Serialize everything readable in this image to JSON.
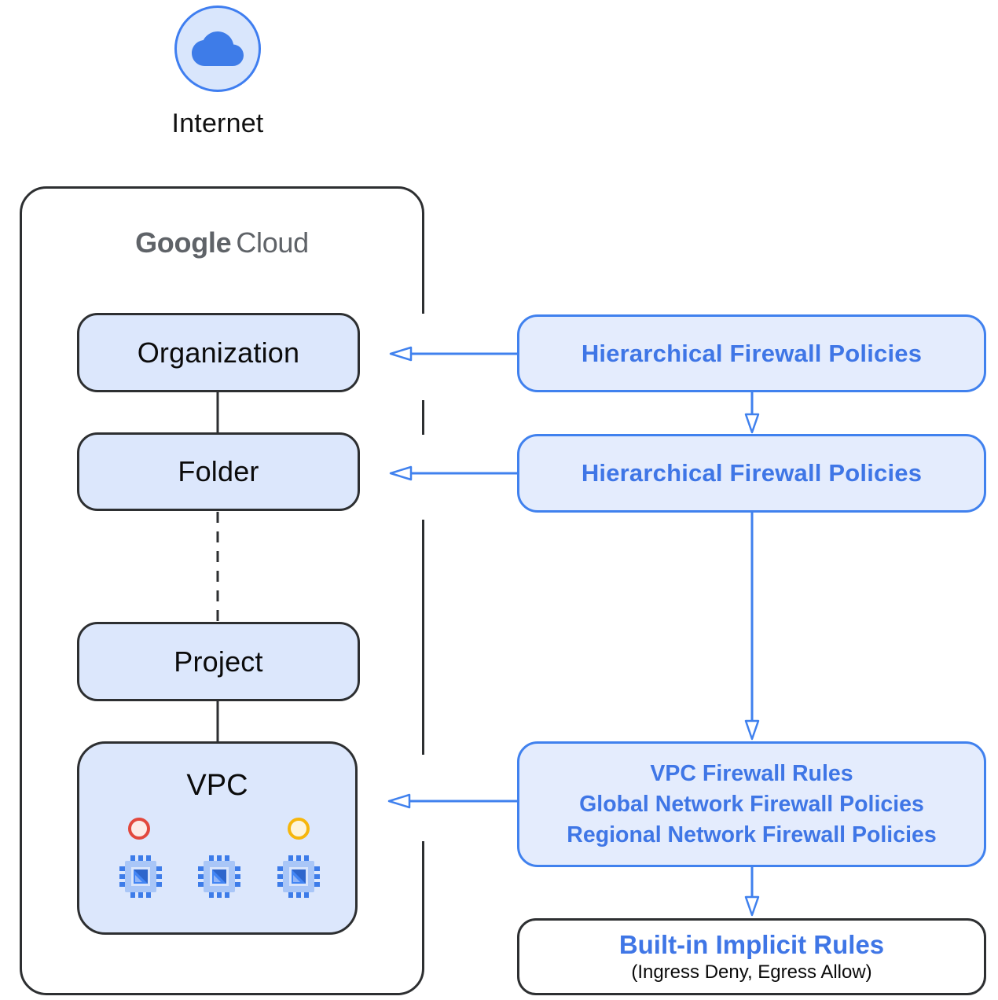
{
  "colors": {
    "accent_blue": "#4081ee",
    "blue_text": "#3f76e6",
    "left_box_fill": "#dce7fc",
    "right_box_fill": "#e4ecfd",
    "dark_border": "#2d2f31",
    "red_status": "#e2483d",
    "yellow_status": "#f6b60b",
    "brand_gray": "#5f6368"
  },
  "internet": {
    "label": "Internet"
  },
  "google_cloud": {
    "brand": "Google",
    "product": "Cloud"
  },
  "hierarchy": {
    "organization": "Organization",
    "folder": "Folder",
    "project": "Project",
    "vpc": "VPC"
  },
  "policies": {
    "hfp_org": "Hierarchical Firewall Policies",
    "hfp_folder": "Hierarchical Firewall Policies",
    "vpc_rules": [
      "VPC Firewall Rules",
      "Global Network Firewall Policies",
      "Regional Network Firewall Policies"
    ],
    "builtin_title": "Built-in Implicit Rules",
    "builtin_subtitle": "(Ingress Deny, Egress Allow)"
  }
}
